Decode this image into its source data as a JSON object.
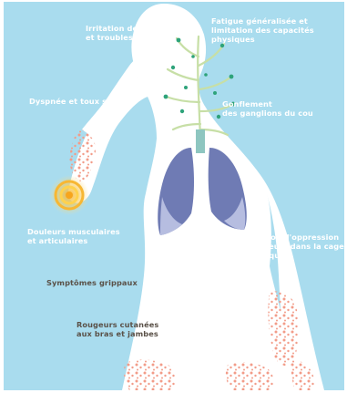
{
  "colors": {
    "background": "#a9dcee",
    "body_silhouette": "#ffffff",
    "lungs": "#6f7bb4",
    "lungs_light": "#b6bde0",
    "lymph_nodes": "#2ea37a",
    "airways": "#c7dfa6",
    "skin_redness": "#f29c89",
    "pain_glow": "#f7b733",
    "label_on_blue": "#ffffff",
    "label_on_body": "#5a5148"
  },
  "labels": {
    "eyes": "Irritation des yeux\net troubles visuels",
    "fatigue": "Fatigue généralisée et\nlimitation des capacités\nphysiques",
    "dyspnea": "Dyspnée et toux sèche",
    "lymph_nodes": "Gonflement\ndes ganglions du cou",
    "muscles": "Douleurs musculaires\net articulaires",
    "chest": "Sensation d'oppression\net douleurs dans la cage\nthoracique",
    "flu": "Symptômes grippaux",
    "skin": "Rougeurs cutanées\naux bras et jambes"
  }
}
